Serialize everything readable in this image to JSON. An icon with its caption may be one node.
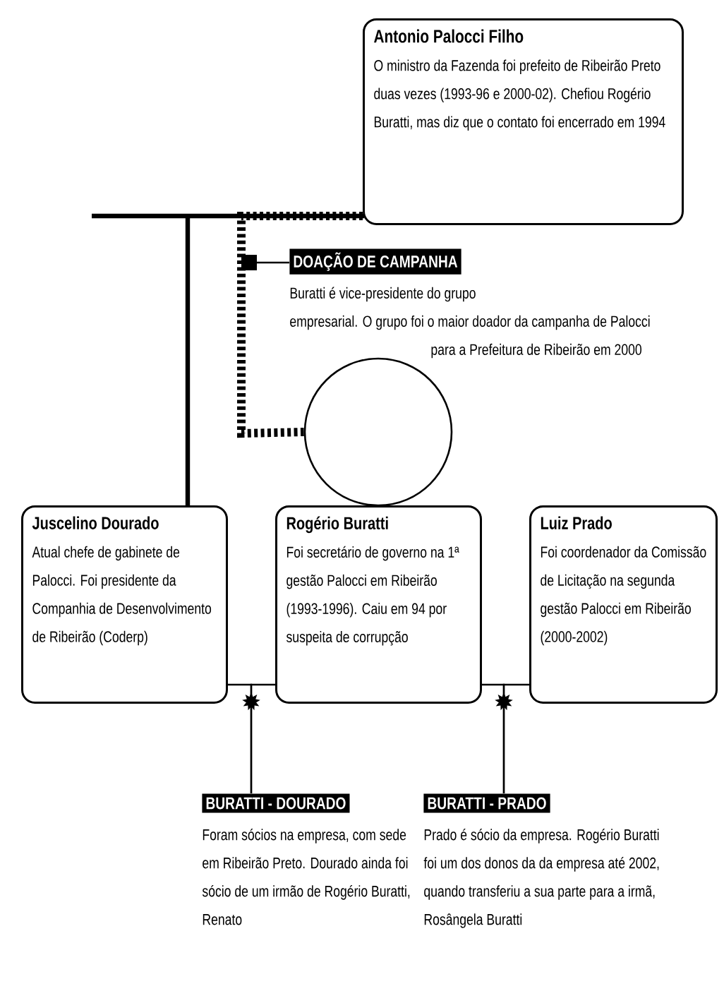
{
  "diagram": {
    "nodes": [
      {
        "text": [
          "Antonio Palocci Filho",
          "O ministro da Fazenda foi prefeito de Ribeirão Preto duas vezes (1993-96 e 2000-02). Chefiou Rogério Buratti, mas diz que o contato foi encerrado em 1994"
        ]
      },
      {
        "text": [
          "DOAÇÃO DE CAMPANHA",
          "Buratti é vice-presidente do grupo empresarial. O grupo foi o maior doador da campanha de Palocci para a Prefeitura de Ribeirão em 2000"
        ]
      },
      {
        "text": [],
        "shape": "circle"
      },
      {
        "text": [
          "Juscelino Dourado",
          "Atual chefe de gabinete de Palocci. Foi presidente da Companhia de Desenvolvimento de Ribeirão (Coderp)"
        ]
      },
      {
        "text": [
          "Rogério Buratti",
          "Foi secretário de governo na 1ª gestão Palocci em Ribeirão (1993-1996). Caiu em 94 por suspeita de corrupção"
        ]
      },
      {
        "text": [
          "Luiz Prado",
          "Foi coordenador da Comissão de Licitação na segunda gestão Palocci em Ribeirão (2000-2002)"
        ]
      },
      {
        "text": [
          "BURATTI - DOURADO",
          "Foram sócios na empresa, com sede em Ribeirão Preto. Dourado ainda foi sócio de um irmão de Rogério Buratti, Renato"
        ]
      },
      {
        "text": [
          "BURATTI - PRADO",
          "Prado é sócio da empresa. Rogério Buratti foi um dos donos da da empresa até 2002, quando transferiu a sua parte para a irmã, Rosângela Buratti"
        ]
      }
    ],
    "edges": [
      {
        "from": 0,
        "to": 3,
        "arrow": "none",
        "style": "thick"
      },
      {
        "from": 0,
        "to": 2,
        "arrow": "none",
        "style": "dashed"
      },
      {
        "from": 1,
        "to": null,
        "arrow": "other"
      },
      {
        "from": 3,
        "to": 6,
        "arrow": "none"
      },
      {
        "from": 4,
        "to": 6,
        "arrow": "none"
      },
      {
        "from": 4,
        "to": 7,
        "arrow": "none"
      },
      {
        "from": 5,
        "to": 7,
        "arrow": "none"
      }
    ]
  }
}
